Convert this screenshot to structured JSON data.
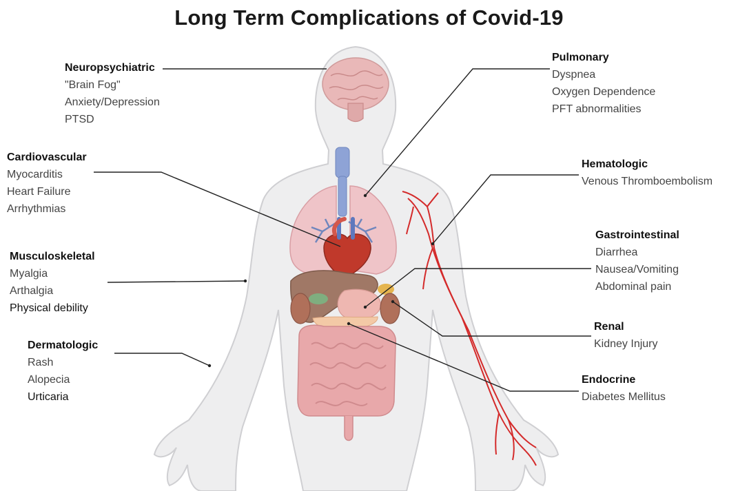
{
  "title": "Long Term Complications of Covid-19",
  "groups": {
    "neuropsychiatric": {
      "heading": "Neuropsychiatric",
      "items": [
        "\"Brain Fog\"",
        "Anxiety/Depression",
        "PTSD"
      ]
    },
    "cardiovascular": {
      "heading": "Cardiovascular",
      "items": [
        "Myocarditis",
        "Heart Failure",
        "Arrhythmias"
      ]
    },
    "musculoskeletal": {
      "heading": "Musculoskeletal",
      "items": [
        "Myalgia",
        "Arthalgia",
        "Physical debility"
      ]
    },
    "dermatologic": {
      "heading": "Dermatologic",
      "items": [
        "Rash",
        "Alopecia",
        "Urticaria"
      ]
    },
    "pulmonary": {
      "heading": "Pulmonary",
      "items": [
        "Dyspnea",
        "Oxygen Dependence",
        "PFT abnormalities"
      ]
    },
    "hematologic": {
      "heading": "Hematologic",
      "items": [
        "Venous Thromboembolism"
      ]
    },
    "gastrointestinal": {
      "heading": "Gastrointestinal",
      "items": [
        "Diarrhea",
        "Nausea/Vomiting",
        "Abdominal pain"
      ]
    },
    "renal": {
      "heading": "Renal",
      "items": [
        "Kidney Injury"
      ]
    },
    "endocrine": {
      "heading": "Endocrine",
      "items": [
        "Diabetes Mellitus"
      ]
    }
  },
  "colors": {
    "body_fill": "#eeeeef",
    "body_outline": "#cfcfd2",
    "brain": "#e9b8b8",
    "lungs": "#efc4c8",
    "heart": "#c0392b",
    "trachea": "#7f95c9",
    "liver": "#a07866",
    "intestine": "#e8a8aa",
    "artery": "#d42a2a",
    "leader_line": "#222222"
  }
}
